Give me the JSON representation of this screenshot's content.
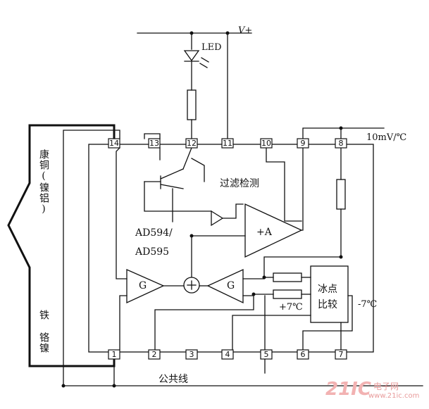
{
  "labels": {
    "vplus": "V+",
    "led": "LED",
    "output_scale": "10mV/℃",
    "filter_detect": "过滤检测",
    "chip_line1": "AD594/",
    "chip_line2": "AD595",
    "amp_a": "+A",
    "gain_left": "G",
    "gain_right": "G",
    "ice_point_line1": "冰点",
    "ice_point_line2": "比较",
    "plus7": "+7℃",
    "minus7": "-7℃",
    "common_line": "公共线",
    "thermo_upper": "康铜(镍铝)",
    "thermo_lower": "铁  铬镍"
  },
  "pins_top": [
    "14",
    "13",
    "12",
    "11",
    "10",
    "9",
    "8"
  ],
  "pins_bottom": [
    "1",
    "2",
    "3",
    "4",
    "5",
    "6",
    "7"
  ],
  "watermark": {
    "logo": "21IC",
    "cn": "电子网",
    "url": "www.21ic.com"
  }
}
